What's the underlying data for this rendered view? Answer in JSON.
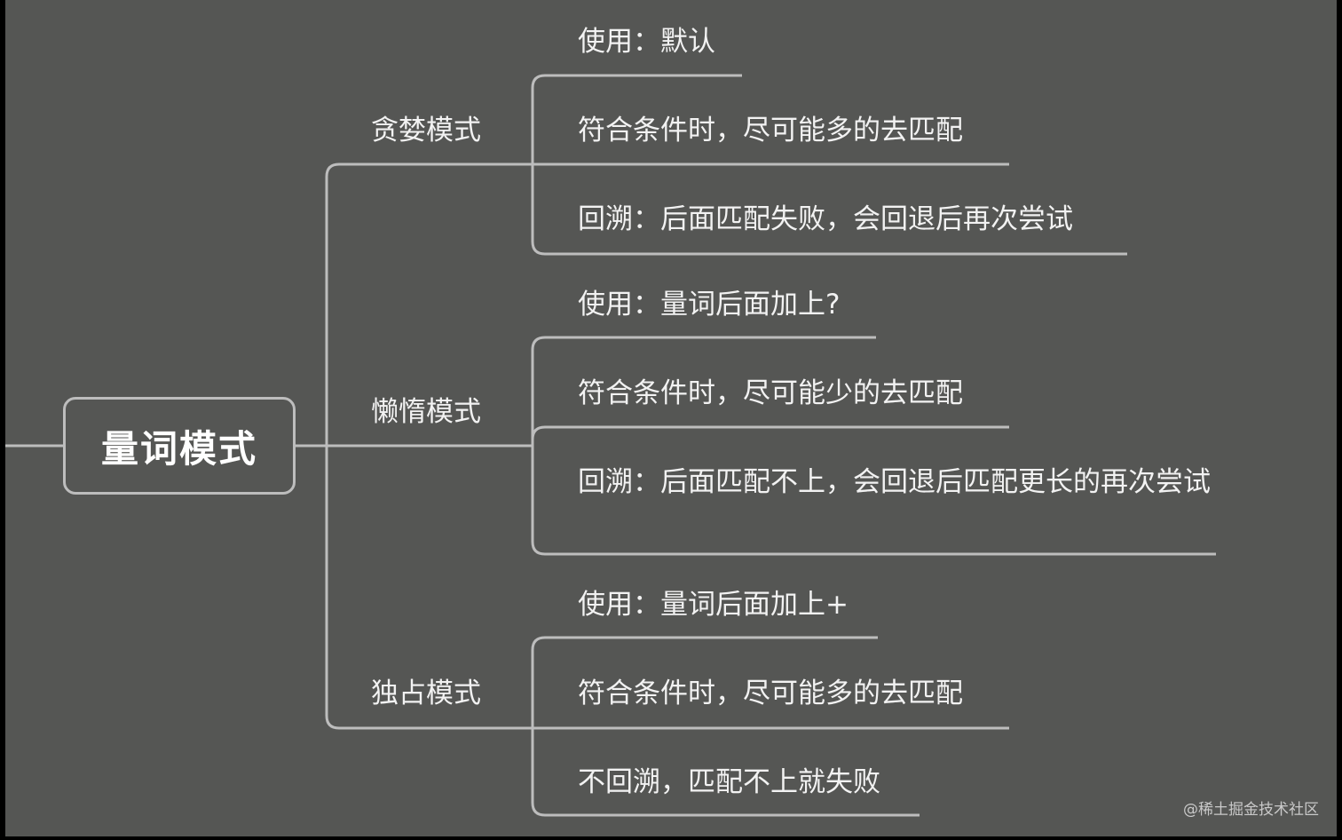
{
  "root": {
    "label": "量词模式"
  },
  "branches": [
    {
      "label": "贪婪模式",
      "children": [
        {
          "text": "使用：默认"
        },
        {
          "text": "符合条件时，尽可能多的去匹配"
        },
        {
          "text": "回溯：后面匹配失败，会回退后再次尝试"
        }
      ]
    },
    {
      "label": "懒惰模式",
      "children": [
        {
          "text": "使用：量词后面加上?"
        },
        {
          "text": "符合条件时，尽可能少的去匹配"
        },
        {
          "text": "回溯：后面匹配不上，会回退后匹配更长的再次尝试"
        }
      ]
    },
    {
      "label": "独占模式",
      "children": [
        {
          "text": "使用：量词后面加上+"
        },
        {
          "text": "符合条件时，尽可能多的去匹配"
        },
        {
          "text": "不回溯，匹配不上就失败"
        }
      ]
    }
  ],
  "watermark": "@稀土掘金技术社区",
  "colors": {
    "background": "#555654",
    "line": "#bdbdbd",
    "text": "#f2f2f2"
  }
}
